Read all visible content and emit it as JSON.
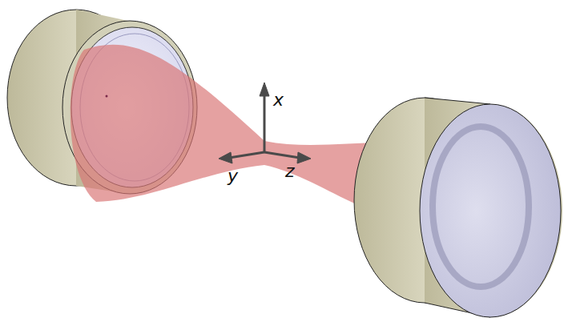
{
  "diagram": {
    "labels": [
      "x",
      "y",
      "z"
    ]
  }
}
